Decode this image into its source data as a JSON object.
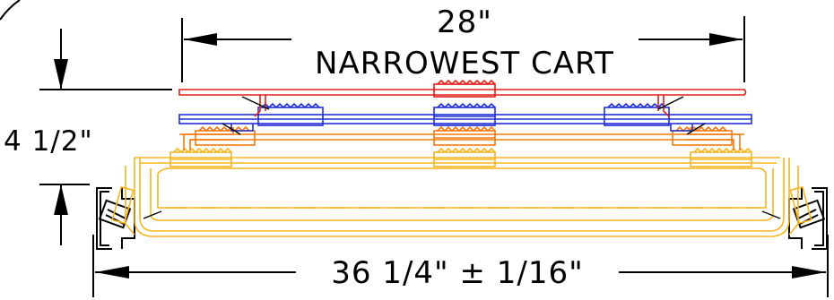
{
  "dimensions": {
    "top_width": "28\"",
    "top_caption": "NARROWEST CART",
    "height": "4 1/2\"",
    "bottom_width": "36 1/4\" ± 1/16\""
  },
  "colors": {
    "line": "#000000",
    "red_cart": "#e0201a",
    "blue_cart": "#1f2fd6",
    "orange_cart": "#f07a10",
    "yellow_cart": "#f5b51e"
  }
}
